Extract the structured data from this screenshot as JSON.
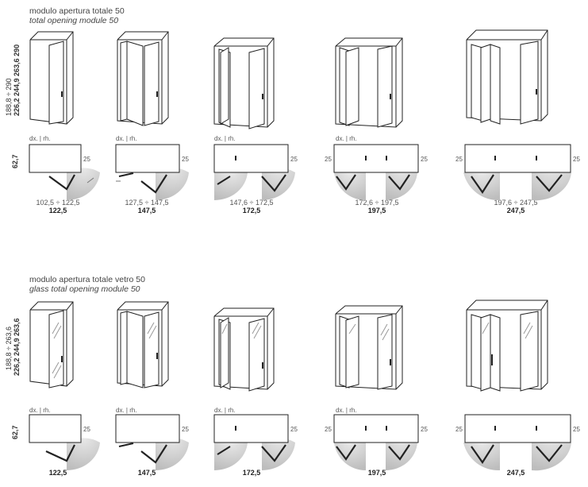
{
  "sections": [
    {
      "id": "standard",
      "title_it": "modulo apertura totale 50",
      "title_en": "total opening module 50",
      "heights_light": "188,8 ÷ 290",
      "heights_bold": "226,2  244,9  263,6  290",
      "depth_label": "62,7",
      "rh_label": "dx. | rh.",
      "side_label": "25",
      "modules": [
        {
          "range": "102,5 ÷ 122,5",
          "width": "122,5"
        },
        {
          "range": "127,5 ÷ 147,5",
          "width": "147,5"
        },
        {
          "range": "147,6 ÷ 172,5",
          "width": "172,5"
        },
        {
          "range": "172,6 ÷ 197,5",
          "width": "197,5"
        },
        {
          "range": "197,6 ÷ 247,5",
          "width": "247,5"
        }
      ]
    },
    {
      "id": "glass",
      "title_it": "modulo apertura totale vetro 50",
      "title_en": "glass total opening module 50",
      "heights_light": "188,8 ÷ 263,6",
      "heights_bold": "226,2  244,9  263,6",
      "depth_label": "62,7",
      "rh_label": "dx. | rh.",
      "side_label": "25",
      "modules": [
        {
          "range": "",
          "width": "122,5"
        },
        {
          "range": "",
          "width": "147,5"
        },
        {
          "range": "",
          "width": "172,5"
        },
        {
          "range": "",
          "width": "197,5"
        },
        {
          "range": "",
          "width": "247,5"
        }
      ]
    }
  ]
}
